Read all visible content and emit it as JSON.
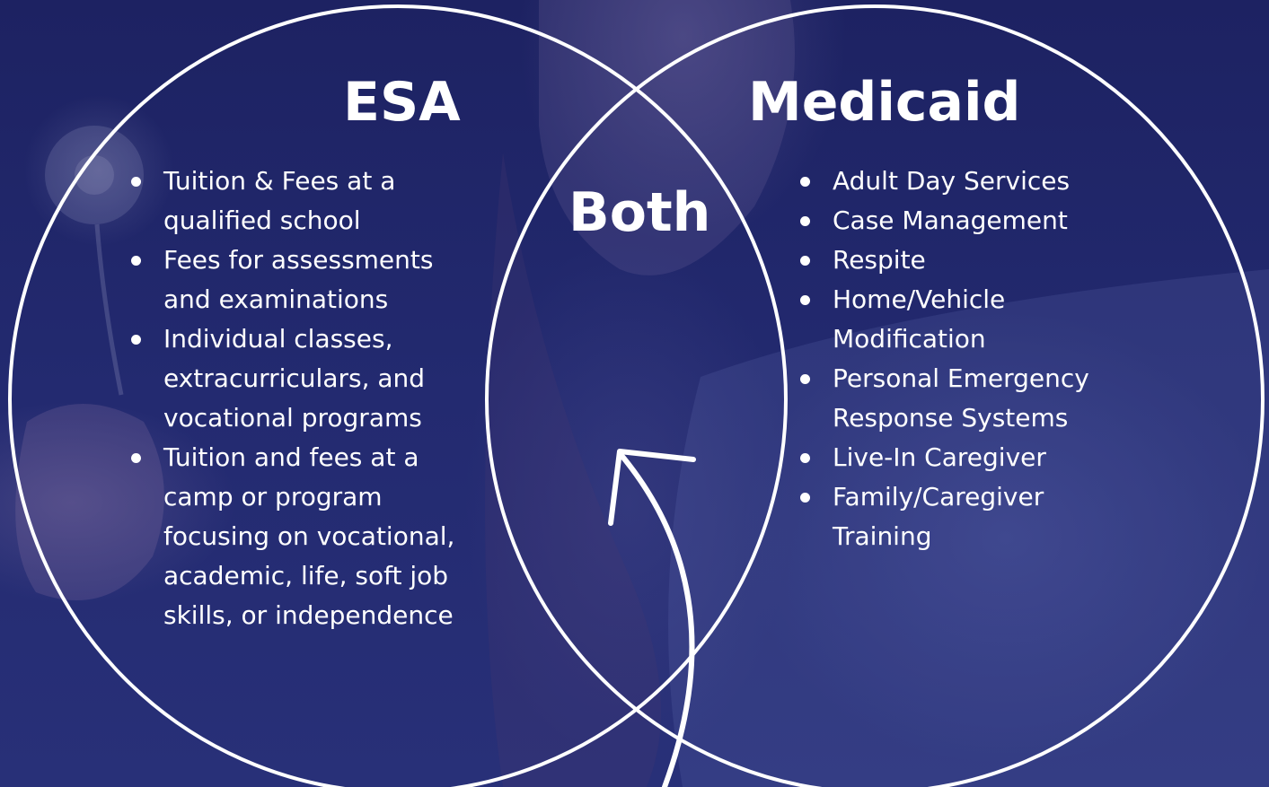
{
  "esa": {
    "title": "ESA",
    "items": [
      {
        "label": "Tuition & Fees at a qualified school"
      },
      {
        "label": "Fees for assessments and examinations"
      },
      {
        "label": "Individual classes, extracurriculars, and vocational programs"
      },
      {
        "label": "Tuition and fees at a camp or program focusing on vocational, academic, life, soft job skills, or independence"
      }
    ]
  },
  "medicaid": {
    "title": "Medicaid",
    "items": [
      {
        "label": "Adult Day Services"
      },
      {
        "label": "Case Management"
      },
      {
        "label": "Respite"
      },
      {
        "label": "Home/Vehicle Modification"
      },
      {
        "label": "Personal Emergency Response Systems"
      },
      {
        "label": "Live-In Caregiver"
      },
      {
        "label": "Family/Caregiver Training"
      }
    ]
  },
  "overlap": {
    "title": "Both"
  },
  "colors": {
    "background": "#1e2466",
    "stroke": "#ffffff",
    "text": "#ffffff"
  },
  "icons": {
    "arrow": "curved-arrow-icon"
  }
}
